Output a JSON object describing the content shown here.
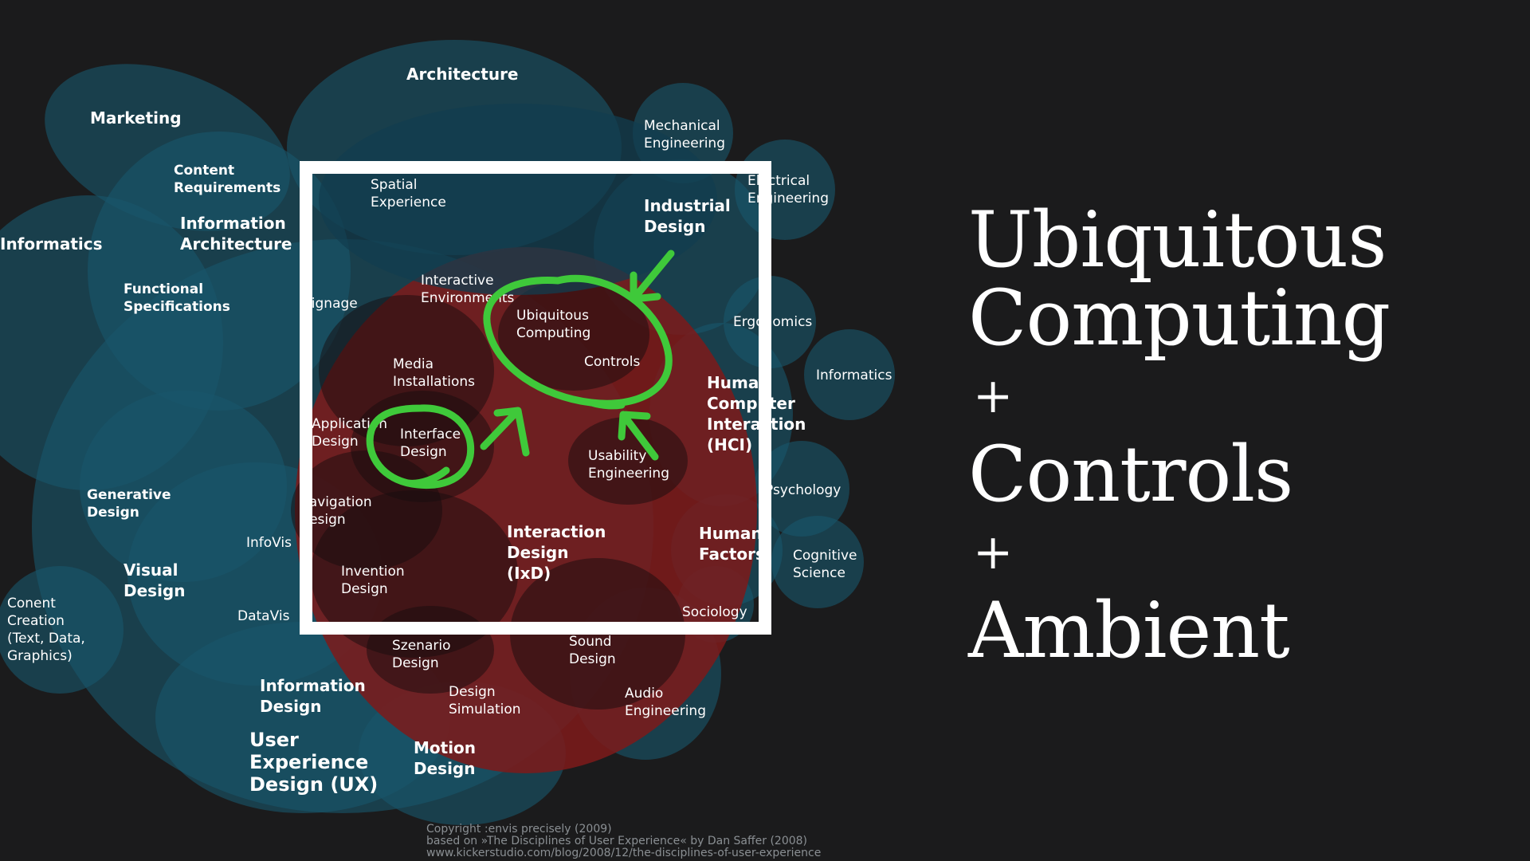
{
  "slide": {
    "title_lines": [
      "Ubiquitous",
      "Computing",
      "+",
      "Controls",
      "+",
      "Ambient"
    ]
  },
  "diagram": {
    "labels": {
      "architecture": "Architecture",
      "marketing": "Marketing",
      "mechanical_engineering": [
        "Mechanical",
        "Engineering"
      ],
      "electrical_engineering": [
        "Electrical",
        "Engineering"
      ],
      "content_requirements": [
        "Content",
        "Requirements"
      ],
      "information_architecture": [
        "Information",
        "Architecture"
      ],
      "informatics_left": "Informatics",
      "functional_specifications": [
        "Functional",
        "Specifications"
      ],
      "spatial_experience": [
        "Spatial",
        "Experience"
      ],
      "industrial_design": [
        "Industrial",
        "Design"
      ],
      "interactive_environments": [
        "Interactive",
        "Environments"
      ],
      "ubiquitous_computing": [
        "Ubiquitous",
        "Computing"
      ],
      "controls": "Controls",
      "signage": "Signage",
      "ergonomics": "Ergonomics",
      "informatics_right": "Informatics",
      "media_installations": [
        "Media",
        "Installations"
      ],
      "hci": [
        "Human",
        "Computer",
        "Interaction",
        "(HCI)"
      ],
      "application_design": [
        "Application",
        "Design"
      ],
      "interface_design": [
        "Interface",
        "Design"
      ],
      "usability_engineering": [
        "Usability",
        "Engineering"
      ],
      "psychology": "Psychology",
      "generative_design": [
        "Generative",
        "Design"
      ],
      "navigation_design": [
        "Navigation",
        "Design"
      ],
      "interaction_design": [
        "Interaction",
        "Design",
        "(IxD)"
      ],
      "human_factors": [
        "Human",
        "Factors"
      ],
      "cognitive_science": [
        "Cognitive",
        "Science"
      ],
      "infovis": "InfoVis",
      "visual_design": [
        "Visual",
        "Design"
      ],
      "invention_design": [
        "Invention",
        "Design"
      ],
      "content_creation": [
        "Conent",
        "Creation",
        "(Text, Data,",
        "Graphics)"
      ],
      "datavis": "DataVis",
      "sociology": "Sociology",
      "szenario_design": [
        "Szenario",
        "Design"
      ],
      "sound_design": [
        "Sound",
        "Design"
      ],
      "information_design": [
        "Information",
        "Design"
      ],
      "design_simulation": [
        "Design",
        "Simulation"
      ],
      "audio_engineering": [
        "Audio",
        "Engineering"
      ],
      "ux_design": [
        "User",
        "Experience",
        "Design (UX)"
      ],
      "motion_design": [
        "Motion",
        "Design"
      ]
    },
    "credit": [
      "Copyright :envis precisely (2009)",
      "based on »The Disciplines of User Experience« by Dan Saffer (2008)",
      "www.kickerstudio.com/blog/2008/12/the-disciplines-of-user-experience"
    ],
    "colors": {
      "background": "#1b1b1c",
      "bubble": "#19556a",
      "ixd_red": "#7e1a1a",
      "frame": "#ffffff",
      "highlight": "#3fc93a"
    }
  }
}
